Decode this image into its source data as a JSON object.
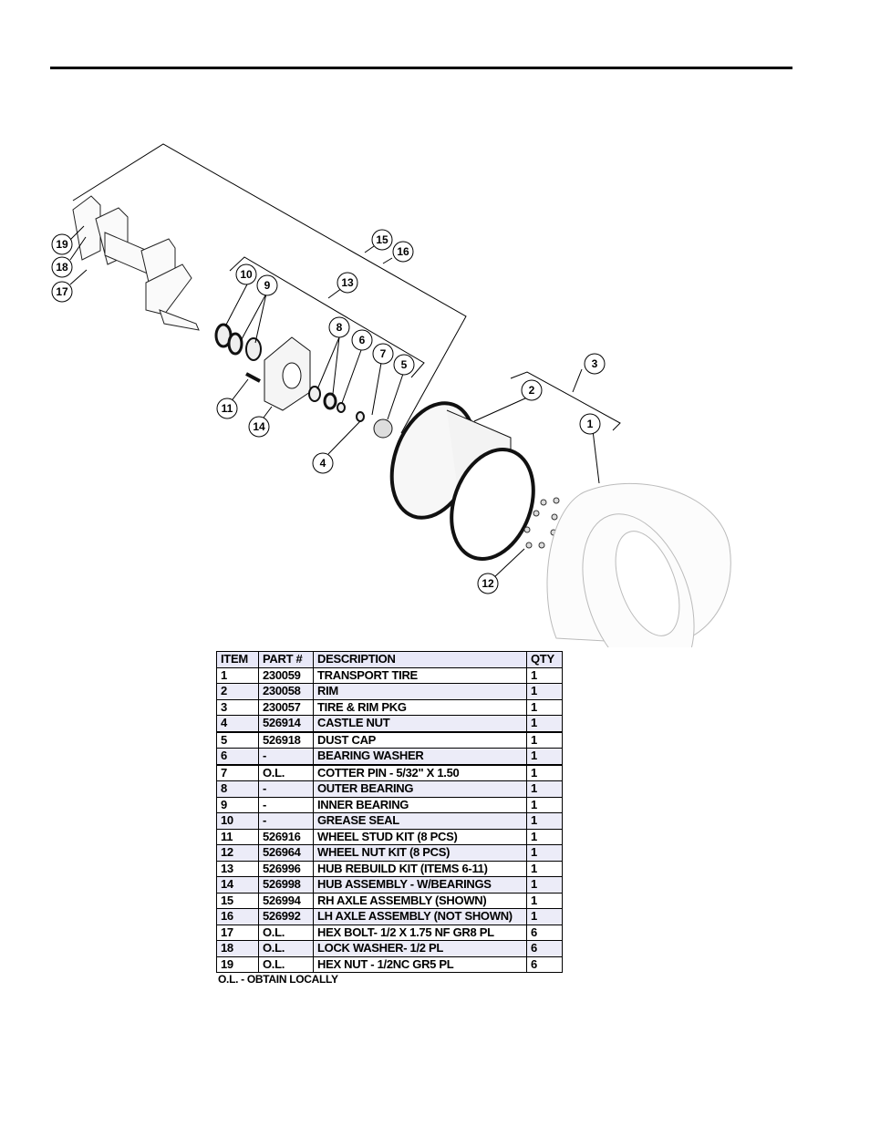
{
  "callouts": [
    "1",
    "2",
    "3",
    "4",
    "5",
    "6",
    "7",
    "8",
    "9",
    "10",
    "11",
    "12",
    "13",
    "14",
    "15",
    "16",
    "17",
    "18",
    "19"
  ],
  "table": {
    "headers": [
      "ITEM",
      "PART #",
      "DESCRIPTION",
      "QTY"
    ],
    "rows": [
      [
        "1",
        "230059",
        "TRANSPORT TIRE",
        "1"
      ],
      [
        "2",
        "230058",
        "RIM",
        "1"
      ],
      [
        "3",
        "230057",
        "TIRE & RIM PKG",
        "1"
      ],
      [
        "4",
        "526914",
        "CASTLE NUT",
        "1"
      ],
      [
        "5",
        "526918",
        "DUST CAP",
        "1"
      ],
      [
        "6",
        "-",
        "BEARING WASHER",
        "1"
      ],
      [
        "7",
        "O.L.",
        "COTTER PIN - 5/32\" X 1.50",
        "1"
      ],
      [
        "8",
        "-",
        "OUTER BEARING",
        "1"
      ],
      [
        "9",
        "-",
        "INNER BEARING",
        "1"
      ],
      [
        "10",
        "-",
        "GREASE SEAL",
        "1"
      ],
      [
        "11",
        "526916",
        "WHEEL STUD KIT (8 PCS)",
        "1"
      ],
      [
        "12",
        "526964",
        "WHEEL NUT KIT (8 PCS)",
        "1"
      ],
      [
        "13",
        "526996",
        "HUB REBUILD KIT (ITEMS 6-11)",
        "1"
      ],
      [
        "14",
        "526998",
        "HUB ASSEMBLY - W/BEARINGS",
        "1"
      ],
      [
        "15",
        "526994",
        "RH AXLE ASSEMBLY (SHOWN)",
        "1"
      ],
      [
        "16",
        "526992",
        "LH AXLE ASSEMBLY (NOT SHOWN)",
        "1"
      ],
      [
        "17",
        "O.L.",
        "HEX BOLT- 1/2 X 1.75 NF GR8 PL",
        "6"
      ],
      [
        "18",
        "O.L.",
        "LOCK WASHER- 1/2 PL",
        "6"
      ],
      [
        "19",
        "O.L.",
        "HEX NUT - 1/2NC GR5 PL",
        "6"
      ]
    ]
  },
  "note": "O.L. - OBTAIN LOCALLY"
}
